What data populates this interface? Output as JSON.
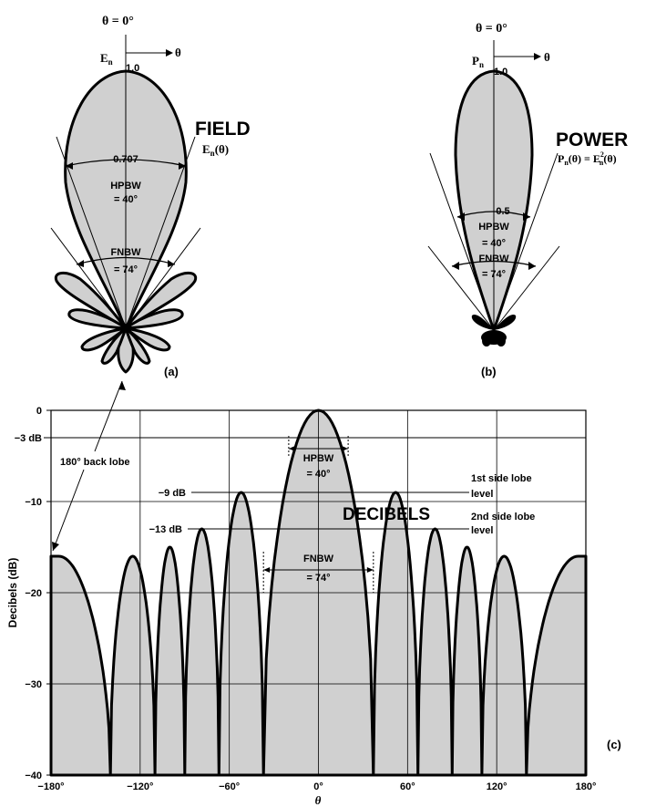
{
  "panel_a": {
    "theta_origin": "θ = 0°",
    "theta_arrow": "θ",
    "axis_symbol": "E",
    "axis_subscript": "n",
    "peak": "1.0",
    "title": "FIELD",
    "func_main": "E",
    "func_sub": "n",
    "func_arg": "(θ)",
    "half_level": "0.707",
    "hpbw_label": "HPBW",
    "hpbw_value": "= 40°",
    "fnbw_label": "FNBW",
    "fnbw_value": "= 74°",
    "panel_label": "(a)"
  },
  "panel_b": {
    "theta_origin": "θ = 0°",
    "theta_arrow": "θ",
    "axis_symbol": "P",
    "axis_subscript": "n",
    "peak": "1.0",
    "title": "POWER",
    "formula_left": "P",
    "formula_left_sub": "n",
    "formula_arg": "(θ) = E",
    "formula_sup": "2",
    "formula_right_sub": "n",
    "formula_end": "(θ)",
    "half_level": "0.5",
    "hpbw_label": "HPBW",
    "hpbw_value": "= 40°",
    "fnbw_label": "FNBW",
    "fnbw_value": "= 74°",
    "panel_label": "(b)"
  },
  "panel_c": {
    "title": "DECIBELS",
    "panel_label": "(c)",
    "ylabel": "Decibels (dB)",
    "xlabel": "θ",
    "y_ticks": [
      "0",
      "−10",
      "−20",
      "−30",
      "−40"
    ],
    "x_ticks": [
      "−180°",
      "−120°",
      "−60°",
      "0°",
      "60°",
      "120°",
      "180°"
    ],
    "minus3_label": "−3 dB",
    "minus9_label": "−9 dB",
    "minus13_label": "−13 dB",
    "back_lobe_label": "180° back lobe",
    "hpbw_label": "HPBW",
    "hpbw_value": "40°",
    "fnbw_label": "FNBW",
    "fnbw_value": "= 74°",
    "first_side_lobe_line1": "1st side lobe",
    "first_side_lobe_line2": "level",
    "second_side_lobe_line1": "2nd side lobe",
    "second_side_lobe_line2": "level"
  },
  "chart_data": {
    "type": "area",
    "x_unit": "degrees",
    "y_unit": "dB",
    "xlabel": "θ",
    "ylabel": "Decibels (dB)",
    "xlim": [
      -180,
      180
    ],
    "ylim": [
      -40,
      0
    ],
    "x_ticks": [
      -180,
      -120,
      -60,
      0,
      60,
      120,
      180
    ],
    "y_ticks": [
      0,
      -10,
      -20,
      -30,
      -40
    ],
    "reference_levels_db": [
      -3,
      -9,
      -13
    ],
    "main_lobe": {
      "peak_db": 0,
      "hpbw_deg": 40,
      "fnbw_deg": 74
    },
    "lobes": [
      {
        "center": -167,
        "peak_db": -16
      },
      {
        "center": -125,
        "peak_db": -16
      },
      {
        "center": -100,
        "peak_db": -15
      },
      {
        "center": -77,
        "peak_db": -13
      },
      {
        "center": -52,
        "peak_db": -9
      },
      {
        "center": 0,
        "peak_db": 0
      },
      {
        "center": 52,
        "peak_db": -9
      },
      {
        "center": 77,
        "peak_db": -13
      },
      {
        "center": 100,
        "peak_db": -15
      },
      {
        "center": 125,
        "peak_db": -16
      },
      {
        "center": 167,
        "peak_db": -16
      }
    ],
    "nulls_deg": [
      -140,
      -110,
      -90,
      -67,
      -37,
      37,
      67,
      90,
      110,
      140
    ],
    "grid": true
  }
}
